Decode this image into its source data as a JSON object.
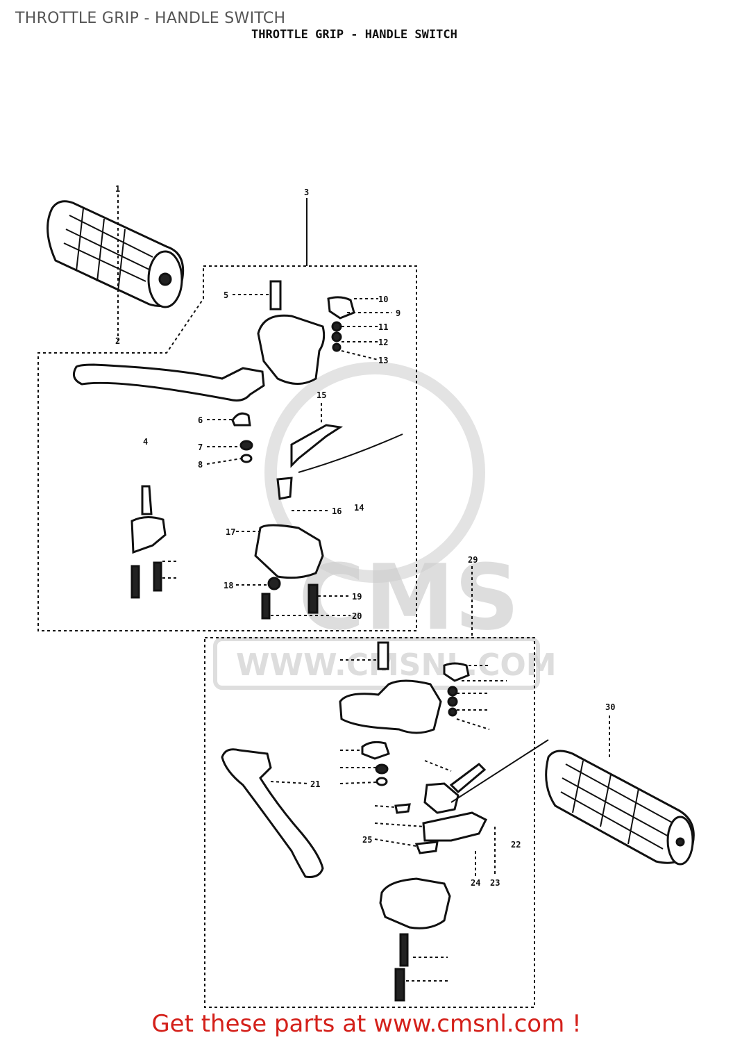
{
  "header": {
    "title": "THROTTLE GRIP - HANDLE SWITCH"
  },
  "diagram": {
    "title": "THROTTLE GRIP - HANDLE SWITCH"
  },
  "watermark": {
    "brand": "CMS",
    "url": "WWW.CMSNL.COM"
  },
  "callouts": {
    "c1": "1",
    "c2": "2",
    "c3": "3",
    "c4": "4",
    "c5": "5",
    "c6": "6",
    "c7": "7",
    "c8": "8",
    "c9": "9",
    "c10": "10",
    "c11": "11",
    "c12": "12",
    "c13": "13",
    "c14": "14",
    "c15": "15",
    "c16": "16",
    "c17": "17",
    "c18": "18",
    "c19": "19",
    "c20": "20",
    "c21": "21",
    "c22": "22",
    "c23": "23",
    "c24": "24",
    "c25": "25",
    "c29": "29",
    "c30": "30"
  },
  "footer": {
    "text": "Get these parts at www.cmsnl.com !"
  },
  "colors": {
    "footer": "#d4201a",
    "header": "#555555",
    "line": "#111111"
  }
}
